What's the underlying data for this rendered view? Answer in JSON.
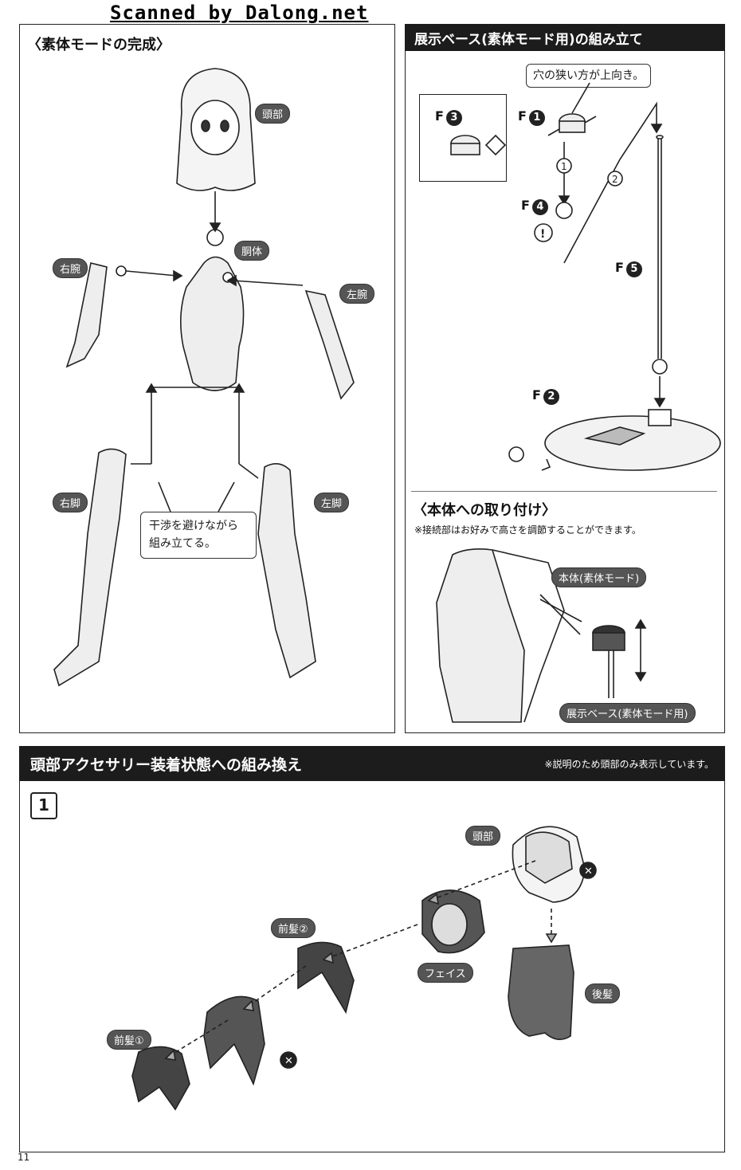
{
  "watermark": "Scanned by Dalong.net",
  "page_number": "11",
  "panel_left": {
    "title": "〈素体モードの完成〉",
    "labels": {
      "head": "頭部",
      "torso": "胴体",
      "right_arm": "右腕",
      "left_arm": "左腕",
      "right_leg": "右脚",
      "left_leg": "左脚"
    },
    "callout": "干渉を避けながら\n組み立てる。"
  },
  "panel_right": {
    "title": "展示ベース(素体モード用)の組み立て",
    "hole_note": "穴の狭い方が上向き。",
    "part_labels": {
      "f3": "F",
      "f3_num": "3",
      "f1": "F",
      "f1_num": "1",
      "f4": "F",
      "f4_num": "4",
      "f5": "F",
      "f5_num": "5",
      "f2": "F",
      "f2_num": "2"
    },
    "step_marks": [
      "1",
      "2"
    ],
    "attach": {
      "title": "〈本体への取り付け〉",
      "note": "※接続部はお好みで高さを調節することができます。",
      "body_label": "本体(素体モード)",
      "base_label": "展示ベース(素体モード用)"
    }
  },
  "panel_bottom": {
    "title": "頭部アクセサリー装着状態への組み換え",
    "note": "※説明のため頭部のみ表示しています。",
    "step": "1",
    "labels": {
      "head": "頭部",
      "face": "フェイス",
      "bangs2": "前髪②",
      "bangs1": "前髪①",
      "back_hair": "後髪"
    }
  },
  "colors": {
    "bar": "#1c1c1c",
    "pill": "#555555",
    "line": "#222222"
  }
}
